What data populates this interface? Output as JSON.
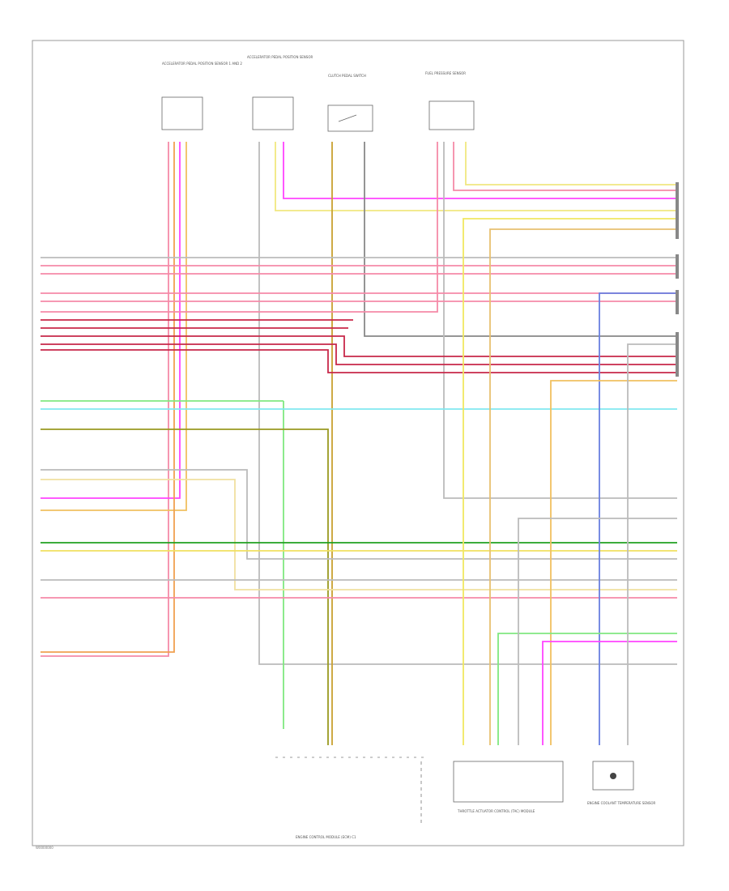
{
  "diagram_code": "W0000000",
  "components": [
    {
      "id": "c1",
      "label": "ACCELERATOR PEDAL POSITION SENSOR 1 AND 2"
    },
    {
      "id": "c2",
      "label": "ACCELERATOR PEDAL POSITION SENSOR"
    },
    {
      "id": "c3",
      "label": "CLUTCH PEDAL SWITCH"
    },
    {
      "id": "c4",
      "label": "FUEL PRESSURE SENSOR"
    },
    {
      "id": "c5",
      "label": "ENGINE CONTROL MODULE (ECM) C1"
    },
    {
      "id": "c6",
      "label": "THROTTLE ACTUATOR CONTROL (TAC) MODULE"
    },
    {
      "id": "c7",
      "label": "ENGINE COOLANT TEMPERATURE SENSOR"
    }
  ],
  "wire_colors": {
    "pink": "#f58aa8",
    "magenta": "#ff44ff",
    "red": "#c8284a",
    "gray": "#888888",
    "lightgray": "#bbbbbb",
    "yellow": "#f0f060",
    "tan": "#e8c070",
    "olive": "#9a9a20",
    "lightgreen": "#80e880",
    "darkgreen": "#20a020",
    "cyan": "#80e8f0",
    "blue": "#6a80e0",
    "orange": "#f0a050"
  }
}
